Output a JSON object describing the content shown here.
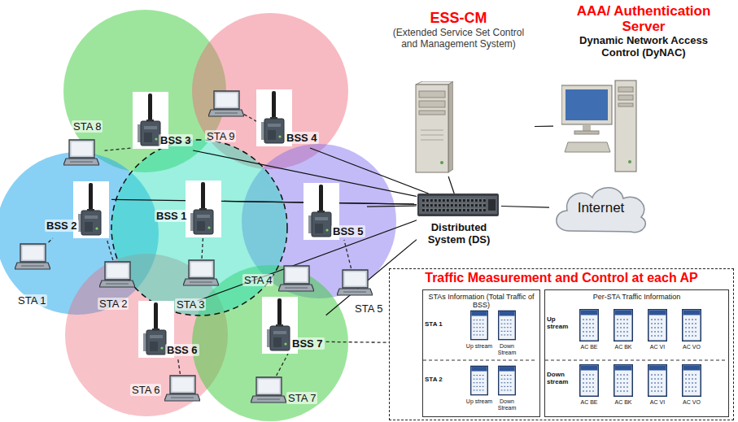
{
  "diagram": {
    "nodes": [
      {
        "text": [
          "ESS-CM",
          "(Extended Service Set Control and Management System)"
        ]
      },
      {
        "text": [
          "AAA/ Authentication Server",
          "Dynamic Network Access Control (DyNAC)"
        ]
      },
      {
        "text": [
          "STA 8"
        ]
      },
      {
        "text": [
          "BSS 3"
        ]
      },
      {
        "text": [
          "STA 9"
        ]
      },
      {
        "text": [
          "BSS 4"
        ]
      },
      {
        "text": [
          "BSS 2"
        ]
      },
      {
        "text": [
          "BSS 1"
        ]
      },
      {
        "text": [
          "BSS 5"
        ]
      },
      {
        "text": [
          "Internet"
        ]
      },
      {
        "text": [
          "Distributed System (DS)"
        ]
      },
      {
        "text": [
          "STA 1"
        ]
      },
      {
        "text": [
          "STA 2"
        ]
      },
      {
        "text": [
          "STA 3"
        ]
      },
      {
        "text": [
          "STA 4"
        ]
      },
      {
        "text": [
          "STA 5"
        ]
      },
      {
        "text": [
          "Traffic Measurement and Control at each AP"
        ]
      },
      {
        "text": [
          "STAs Information (Total Traffic of BSS)"
        ],
        "in": 16
      },
      {
        "text": [
          "Per-STA Traffic Information"
        ],
        "in": 16
      },
      {
        "text": [
          "BSS 6"
        ]
      },
      {
        "text": [
          "BSS 7"
        ]
      },
      {
        "text": [
          "STA 6"
        ]
      },
      {
        "text": [
          "STA 7"
        ]
      }
    ],
    "edges": [
      {
        "from": 3,
        "to": 10,
        "arrow": "none"
      },
      {
        "from": 5,
        "to": 10,
        "arrow": "none"
      },
      {
        "from": 6,
        "to": 10,
        "arrow": "none"
      },
      {
        "from": 7,
        "to": 10,
        "arrow": "none"
      },
      {
        "from": 8,
        "to": 10,
        "arrow": "none"
      },
      {
        "from": 19,
        "to": 10,
        "arrow": "none"
      },
      {
        "from": 20,
        "to": 10,
        "arrow": "none"
      },
      {
        "from": 10,
        "to": 0,
        "arrow": "none"
      },
      {
        "from": 0,
        "to": 1,
        "arrow": "none"
      },
      {
        "from": 10,
        "to": 9,
        "arrow": "none"
      },
      {
        "from": 2,
        "to": 3,
        "arrow": "none"
      },
      {
        "from": 4,
        "to": 5,
        "arrow": "none"
      },
      {
        "from": 11,
        "to": 6,
        "arrow": "none"
      },
      {
        "from": 12,
        "to": 6,
        "arrow": "none"
      },
      {
        "from": 13,
        "to": 7,
        "arrow": "none"
      },
      {
        "from": 14,
        "to": 20,
        "arrow": "none"
      },
      {
        "from": 15,
        "to": 8,
        "arrow": "none"
      },
      {
        "from": 21,
        "to": 19,
        "arrow": "none"
      },
      {
        "from": 22,
        "to": 20,
        "arrow": "none"
      },
      {
        "from": 20,
        "to": 16,
        "arrow": "none"
      }
    ],
    "labels": [
      "STA 1",
      "Up stream",
      "Down Stream",
      "STA 2",
      "Up stream",
      "Down Stream",
      "Up stream",
      "AC BE",
      "AC BK",
      "AC VI",
      "AC VO",
      "Down stream",
      "AC BE",
      "AC BK",
      "AC VI",
      "AC VO"
    ]
  }
}
